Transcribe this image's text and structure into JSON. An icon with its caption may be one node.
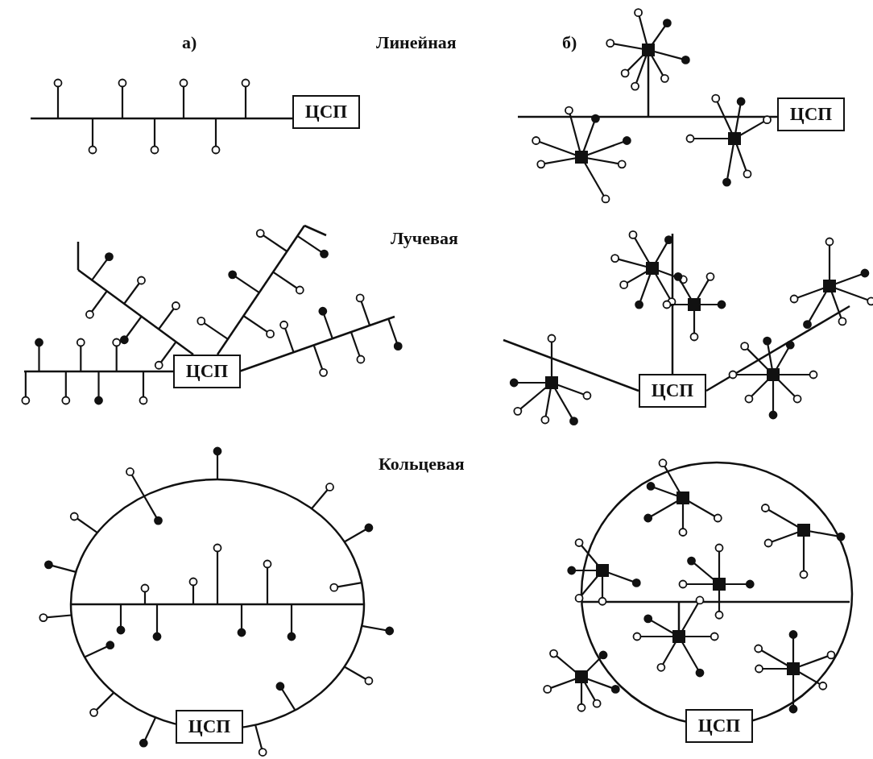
{
  "diagram": {
    "nodes": [
      {
        "text": [
          "ЦСП"
        ]
      },
      {
        "text": [
          "ЦСП"
        ]
      },
      {
        "text": [
          "ЦСП"
        ]
      },
      {
        "text": [
          "ЦСП"
        ]
      },
      {
        "text": [
          "ЦСП"
        ]
      },
      {
        "text": [
          "ЦСП"
        ]
      }
    ],
    "labels": [
      "а)",
      "Линейная",
      "б)",
      "Лучевая",
      "Кольцевая"
    ]
  }
}
